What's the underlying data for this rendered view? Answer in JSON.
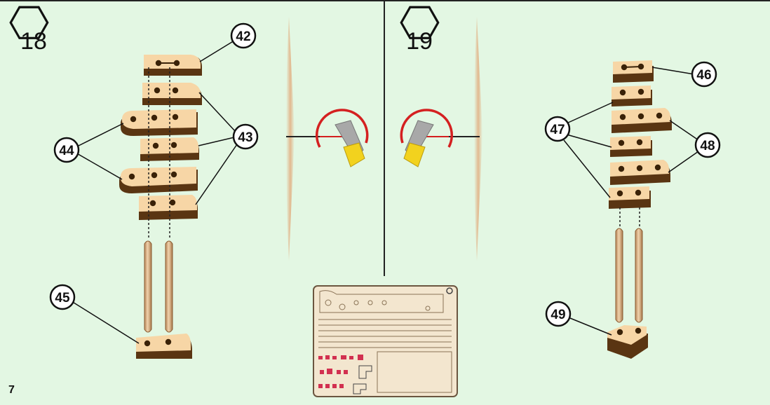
{
  "page_number": "7",
  "steps": [
    {
      "number": "18",
      "callouts": [
        "42",
        "43",
        "44",
        "45"
      ]
    },
    {
      "number": "19",
      "callouts": [
        "46",
        "47",
        "48",
        "49"
      ]
    }
  ],
  "colors": {
    "background": "#e3f7e3",
    "wood_light": "#f7d6a6",
    "wood_dark": "#5a3512",
    "dowel": "#d9b48a",
    "cutter_ring": "#d42020",
    "cutter_tip": "#f2d21e",
    "sheet": "#f3e6cf",
    "sheet_marks": "#d23050"
  },
  "icons": [
    "hexagon-step-badge",
    "knife-cut-icon",
    "wood-dowel",
    "plywood-sheet"
  ]
}
